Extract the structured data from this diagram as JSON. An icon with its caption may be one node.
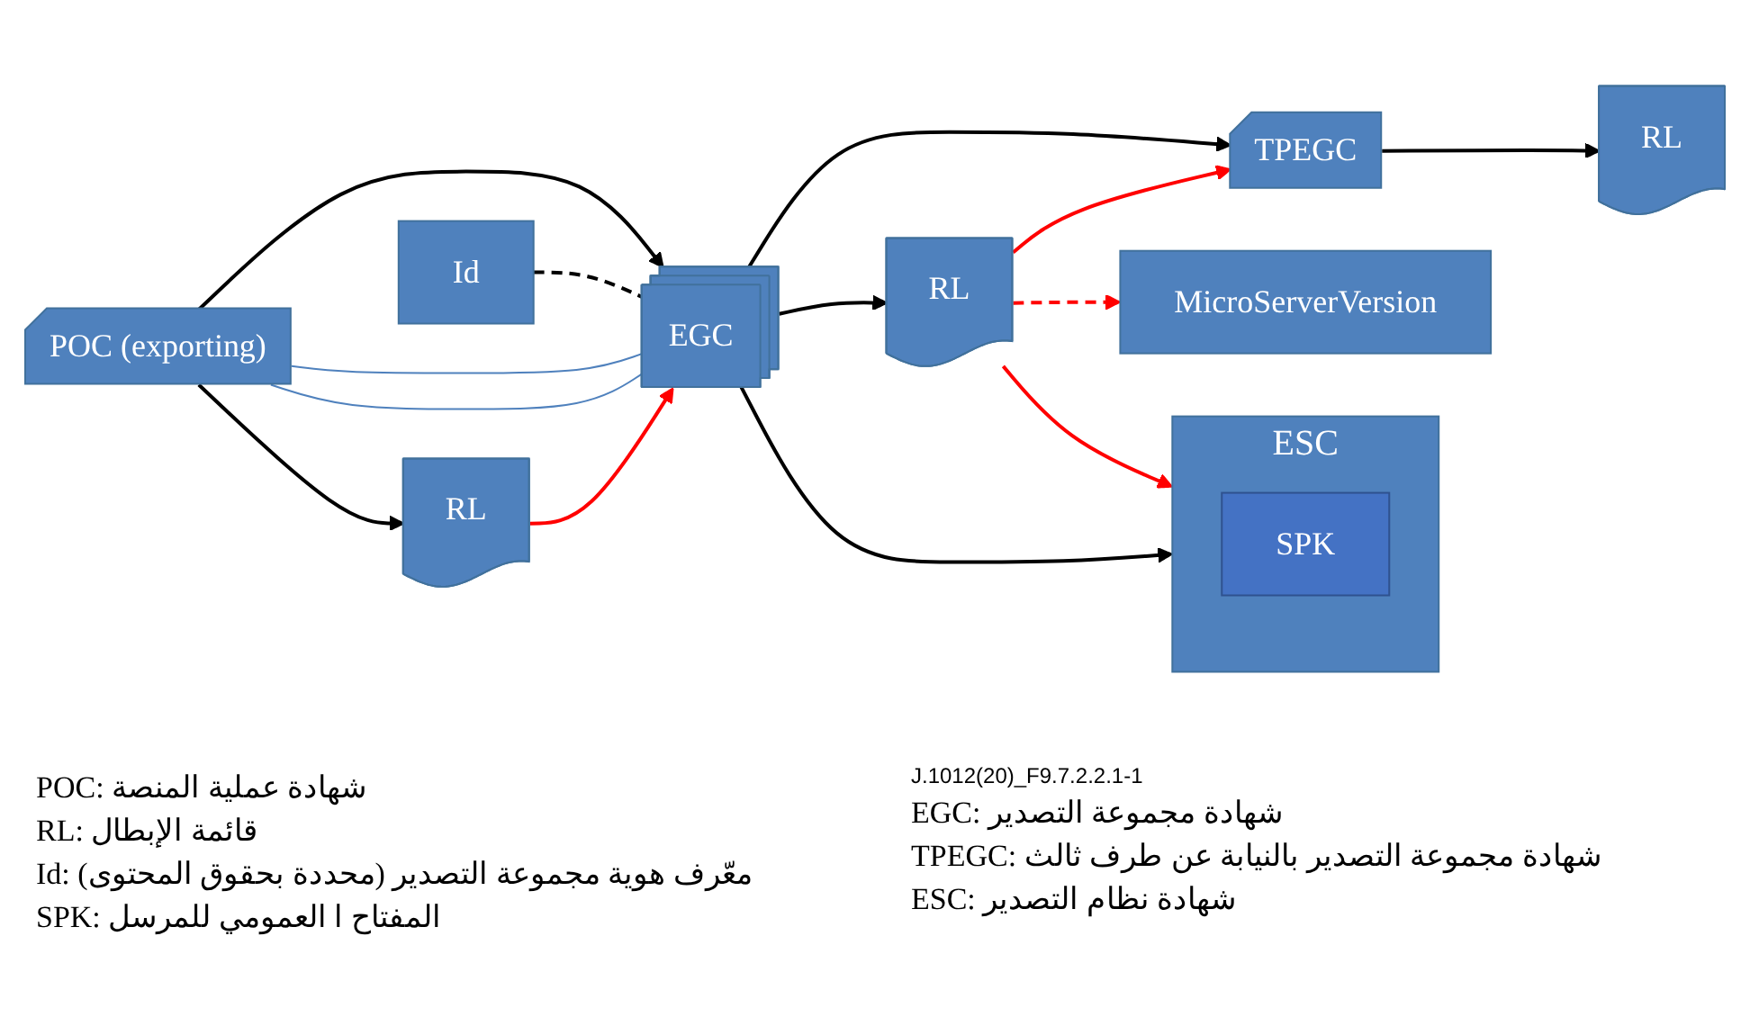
{
  "diagram": {
    "nodes": [
      {
        "text": [
          "POC (exporting)"
        ]
      },
      {
        "text": [
          "EGC"
        ]
      },
      {
        "text": [
          "TPEGC"
        ]
      },
      {
        "text": [
          "RL"
        ]
      },
      {
        "text": [
          "RL"
        ]
      },
      {
        "text": [
          "RL"
        ]
      },
      {
        "text": [
          "ESC"
        ]
      },
      {
        "text": [
          "SPK"
        ],
        "in": 6
      },
      {
        "text": [
          "Id"
        ]
      },
      {
        "text": [
          "MicroServerVersion"
        ]
      }
    ],
    "edges": [
      {
        "from": 0,
        "to": 1,
        "arrow": "to"
      },
      {
        "from": 0,
        "to": 1,
        "arrow": "none",
        "color": "#4f81bd"
      },
      {
        "from": 0,
        "to": 1,
        "arrow": "none",
        "color": "#4f81bd"
      },
      {
        "from": 0,
        "to": 4,
        "arrow": "to"
      },
      {
        "from": 4,
        "to": 1,
        "arrow": "to",
        "color": "#ff0000"
      },
      {
        "from": 8,
        "to": 1,
        "arrow": "none",
        "style": "dashed"
      },
      {
        "from": 1,
        "to": 2,
        "arrow": "to"
      },
      {
        "from": 1,
        "to": 6,
        "arrow": "to"
      },
      {
        "from": 1,
        "to": 5,
        "arrow": "to"
      },
      {
        "from": 2,
        "to": 3,
        "arrow": "to"
      },
      {
        "from": 5,
        "to": 2,
        "arrow": "to",
        "color": "#ff0000"
      },
      {
        "from": 5,
        "to": 6,
        "arrow": "to",
        "color": "#ff0000"
      },
      {
        "from": 5,
        "to": 9,
        "arrow": "to",
        "style": "dashed",
        "color": "#ff0000"
      }
    ],
    "labels": [
      "POC: شهادة عملية المنصة",
      "RL: قائمة الإبطال",
      "Id: معّرف هوية مجموعة التصدير (محددة بحقوق المحتوى)",
      "SPK: المفتاح ا العمومي للمرسل",
      "J.1012(20)_F9.7.2.2.1-1",
      "EGC: شهادة مجموعة التصدير",
      "TPEGC: شهادة مجموعة التصدير بالنيابة عن طرف ثالث",
      "ESC: شهادة نظام التصدير"
    ]
  }
}
